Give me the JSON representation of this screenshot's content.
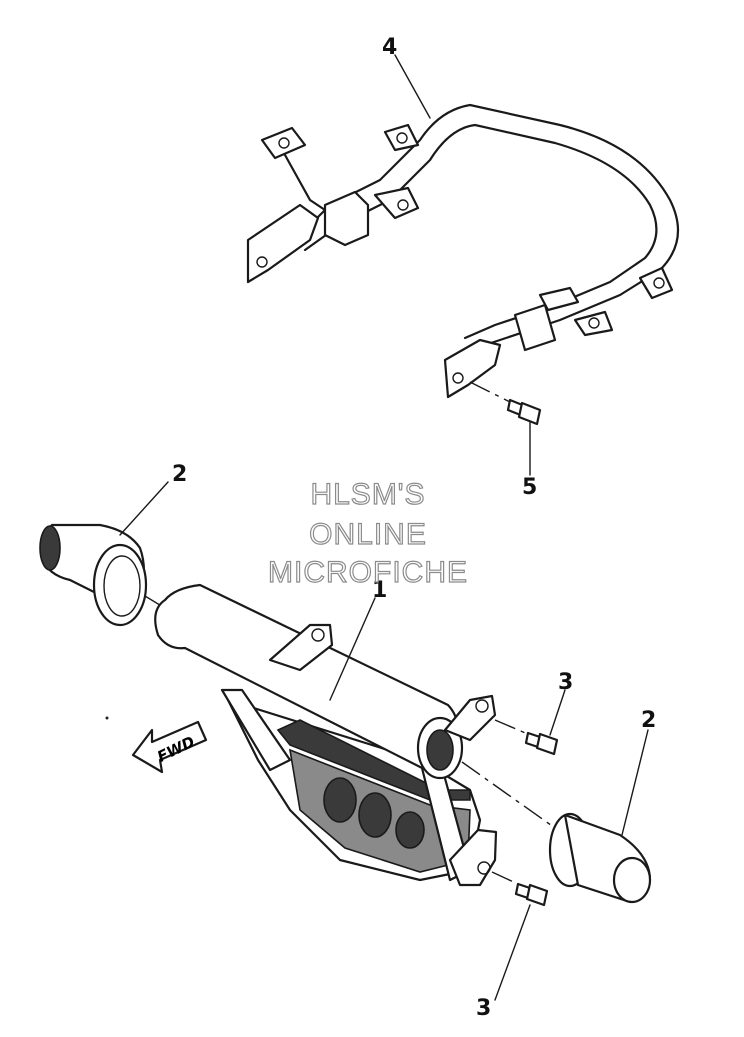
{
  "callouts": {
    "part_4": "4",
    "part_5": "5",
    "part_2_left": "2",
    "part_1": "1",
    "part_3_upper": "3",
    "part_2_right": "2",
    "part_3_lower": "3"
  },
  "watermark": {
    "line1": "HLSM'S",
    "line2": "ONLINE",
    "line3": "MICROFICHE"
  },
  "direction_arrow": {
    "label": "FWD"
  }
}
